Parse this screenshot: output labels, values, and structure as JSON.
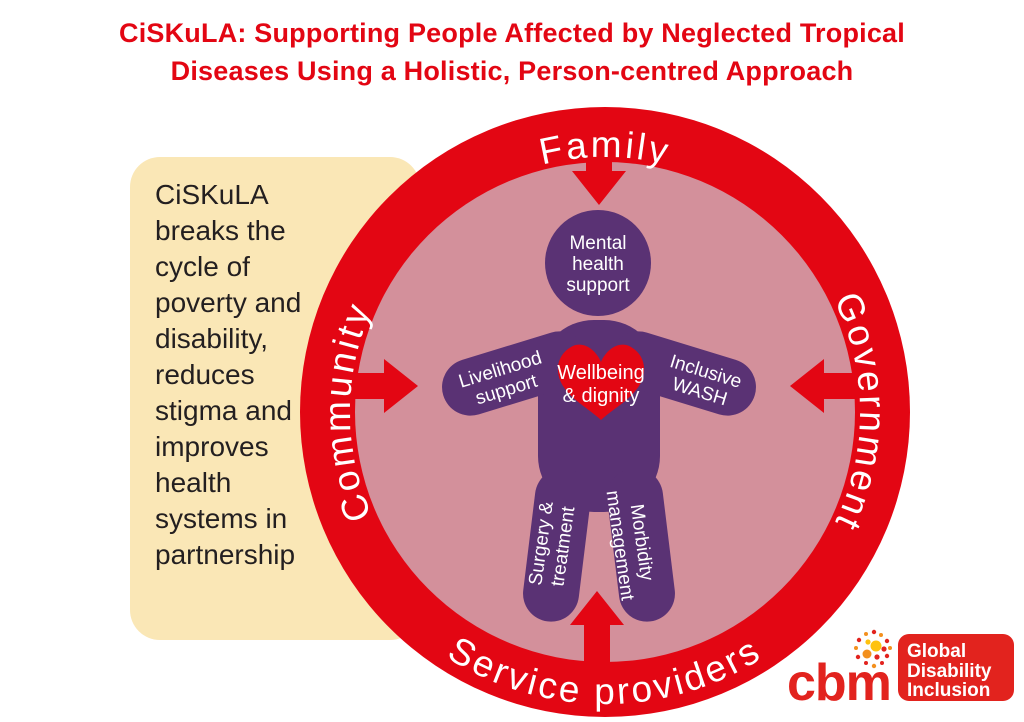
{
  "title": {
    "line1": "CiSKuLA: Supporting People Affected by Neglected Tropical",
    "line2": "Diseases Using a Holistic, Person-centred Approach"
  },
  "info_box": {
    "lines": [
      "CiSKuLA",
      "breaks the",
      "cycle of",
      "poverty and",
      "disability,",
      "reduces",
      "stigma and",
      "improves",
      "health",
      "systems in",
      "partnership"
    ]
  },
  "diagram": {
    "ring_labels": {
      "top": "Family",
      "right": "Government",
      "bottom": "Service providers",
      "left": "Community"
    },
    "figure": {
      "head_lines": [
        "Mental",
        "health",
        "support"
      ],
      "heart_lines": [
        "Wellbeing",
        "& dignity"
      ],
      "left_arm_lines": [
        "Livelihood",
        "support"
      ],
      "right_arm_lines": [
        "Inclusive",
        "WASH"
      ],
      "left_leg_lines": [
        "Surgery &",
        "treatment"
      ],
      "right_leg_lines": [
        "Morbidity",
        "management"
      ]
    }
  },
  "footer": {
    "logo_text": "cbm",
    "badge_lines": [
      "Global",
      "Disability",
      "Inclusion"
    ]
  },
  "colors": {
    "red": "#e30613",
    "pink": "#d3909b",
    "purple": "#5a3274",
    "yellow_box": "#fae7b6",
    "text_dark": "#231f20",
    "logo_red": "#e2231e",
    "white": "#ffffff"
  }
}
